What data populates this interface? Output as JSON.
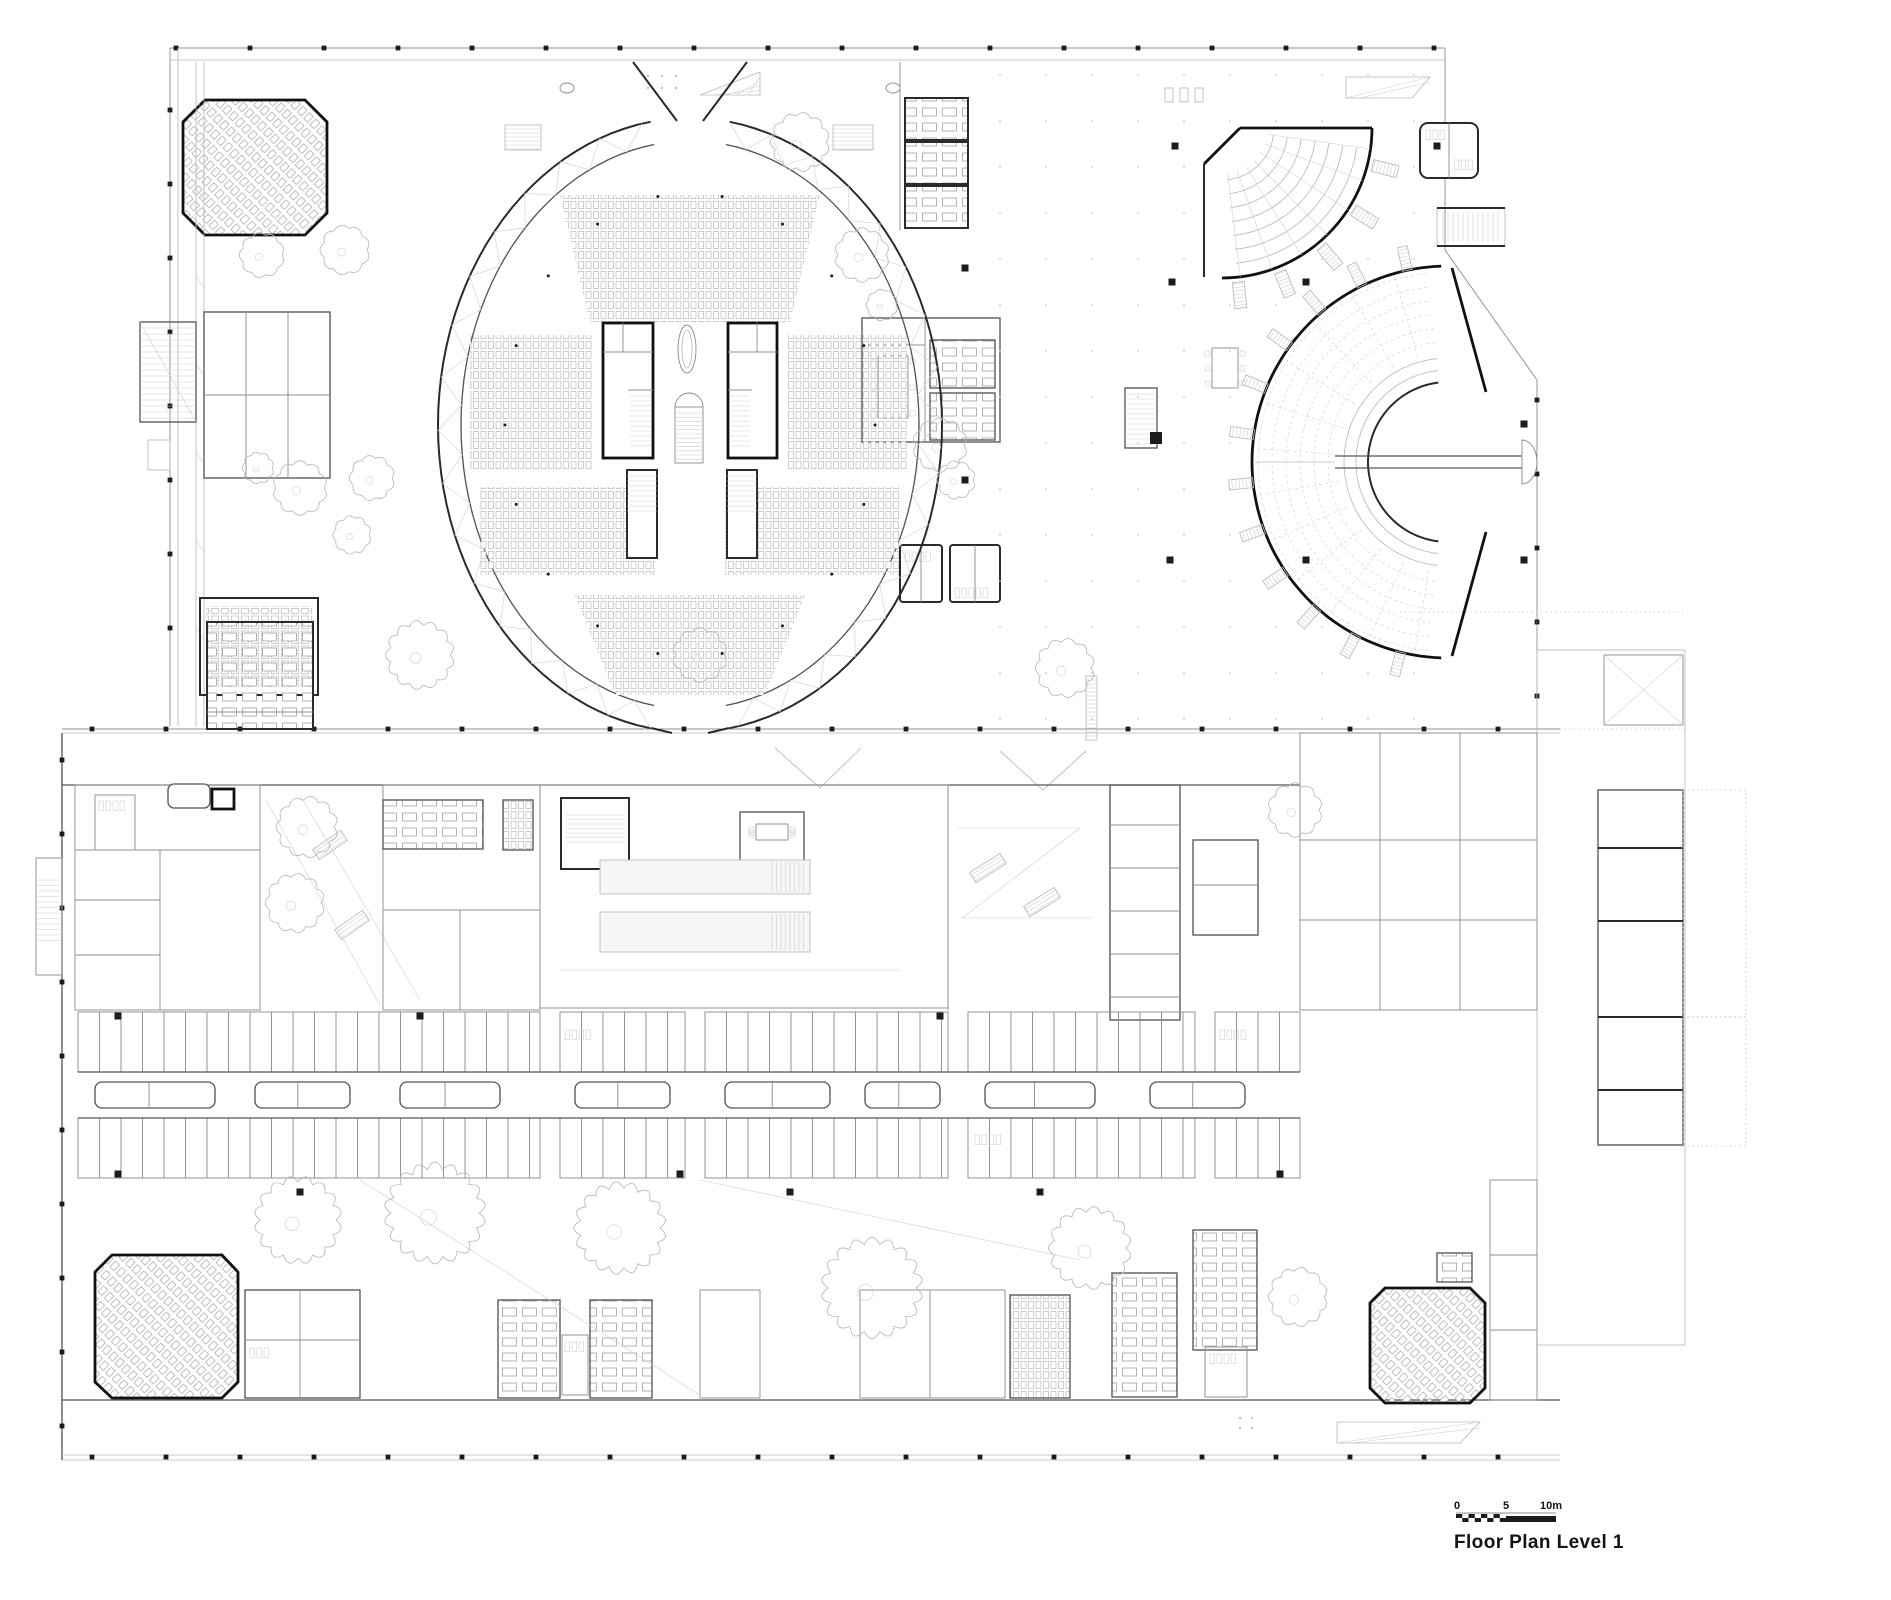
{
  "drawing": {
    "kind": "architectural floor plan",
    "title_block": {
      "title": "Floor Plan Level 1",
      "scale_labels": [
        "0",
        "5",
        "10m"
      ]
    }
  },
  "colors": {
    "ink": "#2a2a2a",
    "bold": "#111111",
    "medium": "#8f8f8f",
    "light": "#b9b9b9",
    "paper": "#ffffff"
  }
}
